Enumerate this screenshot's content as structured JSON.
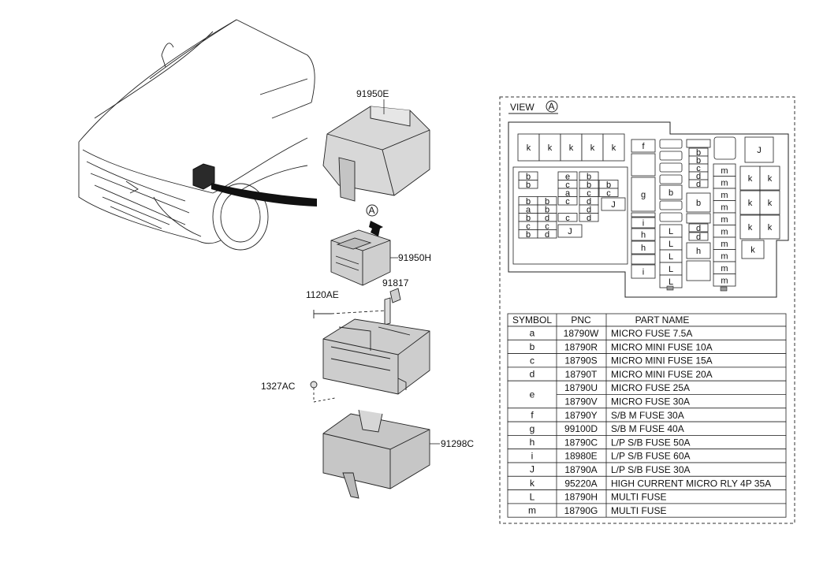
{
  "callouts": {
    "cover": "91950E",
    "view_marker": "A",
    "fuse_block": "91950H",
    "bolt": "1120AE",
    "pin": "91817",
    "clip": "1327AC",
    "lower_cover": "91298C"
  },
  "view": {
    "title": "VIEW",
    "letter": "A",
    "left_top_relays": [
      "k",
      "k",
      "k",
      "k",
      "k"
    ],
    "left_fuses": [
      [
        "b",
        "",
        "e",
        "b",
        ""
      ],
      [
        "b",
        "",
        "c",
        "b",
        "b"
      ],
      [
        "",
        "",
        "a",
        "c",
        "c"
      ],
      [
        "b",
        "b",
        "c",
        "d",
        ""
      ],
      [
        "a",
        "b",
        "",
        "d",
        ""
      ],
      [
        "b",
        "d",
        "c",
        "d",
        ""
      ],
      [
        "c",
        "c",
        "",
        "",
        ""
      ],
      [
        "b",
        "d",
        "",
        "",
        ""
      ]
    ],
    "left_J1": "J",
    "left_J2": "J",
    "col_f": "f",
    "col_g": "g",
    "col_i1": "i",
    "col_h1": "h",
    "col_h2": "h",
    "col_i2": "i",
    "col_b_mid": "b",
    "multi_L": [
      "L",
      "L",
      "L",
      "L",
      "L"
    ],
    "col_small": [
      "b",
      "b",
      "c",
      "d",
      "d"
    ],
    "col_small2": [
      "b",
      "d",
      "d",
      "h"
    ],
    "col_m": [
      "m",
      "m",
      "m",
      "m",
      "m",
      "m",
      "m",
      "m",
      "m",
      "m"
    ],
    "right_J": "J",
    "right_relays": [
      "k",
      "k",
      "k",
      "k",
      "k",
      "k",
      "k"
    ]
  },
  "table": {
    "headers": [
      "SYMBOL",
      "PNC",
      "PART NAME"
    ],
    "rows": [
      {
        "symbol": "a",
        "pnc": [
          "18790W"
        ],
        "name": [
          "MICRO FUSE 7.5A"
        ]
      },
      {
        "symbol": "b",
        "pnc": [
          "18790R"
        ],
        "name": [
          "MICRO MINI FUSE 10A"
        ]
      },
      {
        "symbol": "c",
        "pnc": [
          "18790S"
        ],
        "name": [
          "MICRO MINI FUSE 15A"
        ]
      },
      {
        "symbol": "d",
        "pnc": [
          "18790T"
        ],
        "name": [
          "MICRO MINI FUSE 20A"
        ]
      },
      {
        "symbol": "e",
        "pnc": [
          "18790U",
          "18790V"
        ],
        "name": [
          "MICRO FUSE 25A",
          "MICRO FUSE 30A"
        ]
      },
      {
        "symbol": "f",
        "pnc": [
          "18790Y"
        ],
        "name": [
          "S/B M FUSE 30A"
        ]
      },
      {
        "symbol": "g",
        "pnc": [
          "99100D"
        ],
        "name": [
          "S/B M FUSE 40A"
        ]
      },
      {
        "symbol": "h",
        "pnc": [
          "18790C"
        ],
        "name": [
          "L/P S/B FUSE 50A"
        ]
      },
      {
        "symbol": "i",
        "pnc": [
          "18980E"
        ],
        "name": [
          "L/P S/B FUSE 60A"
        ]
      },
      {
        "symbol": "J",
        "pnc": [
          "18790A"
        ],
        "name": [
          "L/P S/B FUSE 30A"
        ]
      },
      {
        "symbol": "k",
        "pnc": [
          "95220A"
        ],
        "name": [
          "HIGH CURRENT MICRO RLY 4P 35A"
        ]
      },
      {
        "symbol": "L",
        "pnc": [
          "18790H"
        ],
        "name": [
          "MULTI FUSE"
        ]
      },
      {
        "symbol": "m",
        "pnc": [
          "18790G"
        ],
        "name": [
          "MULTI FUSE"
        ]
      }
    ]
  }
}
